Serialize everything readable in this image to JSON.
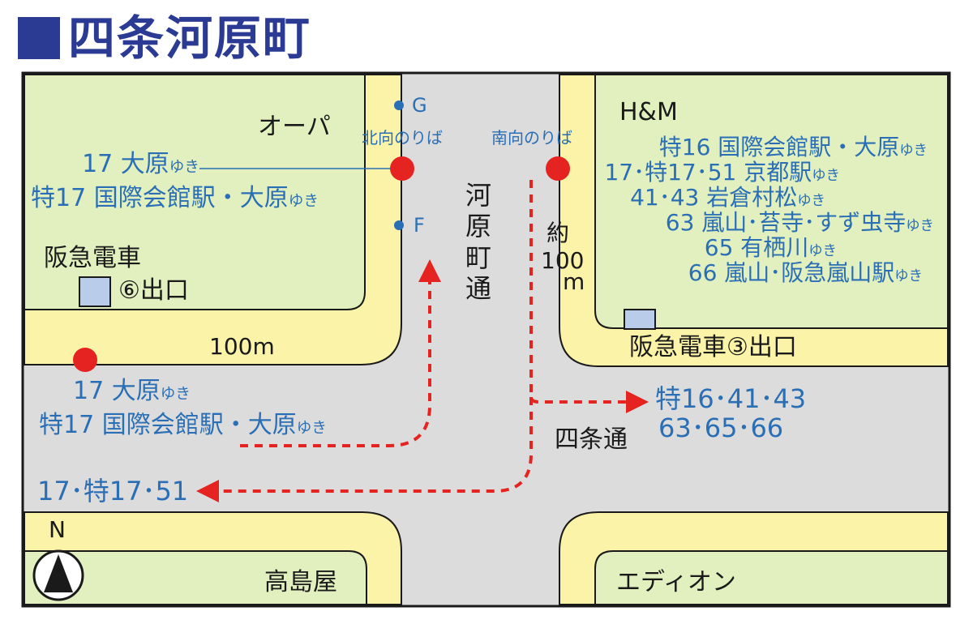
{
  "title": "四条河原町",
  "streets": {
    "kawaramachi": [
      "河",
      "原",
      "町",
      "通"
    ],
    "shijo": "四条通"
  },
  "landmarks": {
    "opa": "オーパ",
    "hm": "H&M",
    "takashimaya": "高島屋",
    "edion": "エディオン",
    "hankyu_left": "阪急電車",
    "exit6": "⑥出口",
    "hankyu_exit3": "阪急電車③出口"
  },
  "distances": {
    "d100m": "100m",
    "approx": "約",
    "approx_val": "100",
    "approx_unit": "m"
  },
  "compass": "N",
  "stops": {
    "north_label": "北向のりば",
    "south_label": "南向のりば",
    "g": "G",
    "f": "F"
  },
  "routes": {
    "north_stop": [
      {
        "num": "17 大原",
        "suffix": "ゆき"
      },
      {
        "num": "特17 国際会館駅・大原",
        "suffix": "ゆき"
      }
    ],
    "west_stop": [
      {
        "num": "17 大原",
        "suffix": "ゆき"
      },
      {
        "num": "特17 国際会館駅・大原",
        "suffix": "ゆき"
      }
    ],
    "south_stop": [
      {
        "num": "特16 国際会館駅・大原",
        "suffix": "ゆき"
      },
      {
        "num": "17･特17･51 京都駅",
        "suffix": "ゆき"
      },
      {
        "num": "41･43 岩倉村松",
        "suffix": "ゆき"
      },
      {
        "num": "63 嵐山･苔寺･すず虫寺",
        "suffix": "ゆき"
      },
      {
        "num": "65 有栖川",
        "suffix": "ゆき"
      },
      {
        "num": "66 嵐山･阪急嵐山駅",
        "suffix": "ゆき"
      }
    ],
    "east_transfer": [
      "特16･41･43",
      "63･65･66"
    ],
    "west_transfer": "17･特17･51"
  },
  "colors": {
    "road": "#dcdcdc",
    "sidewalk": "#fbf3a7",
    "block": "#e2f0bf",
    "stop": "#e52421",
    "arrow": "#e52421",
    "route_text": "#2a6fb5",
    "title": "#2b3a93"
  }
}
